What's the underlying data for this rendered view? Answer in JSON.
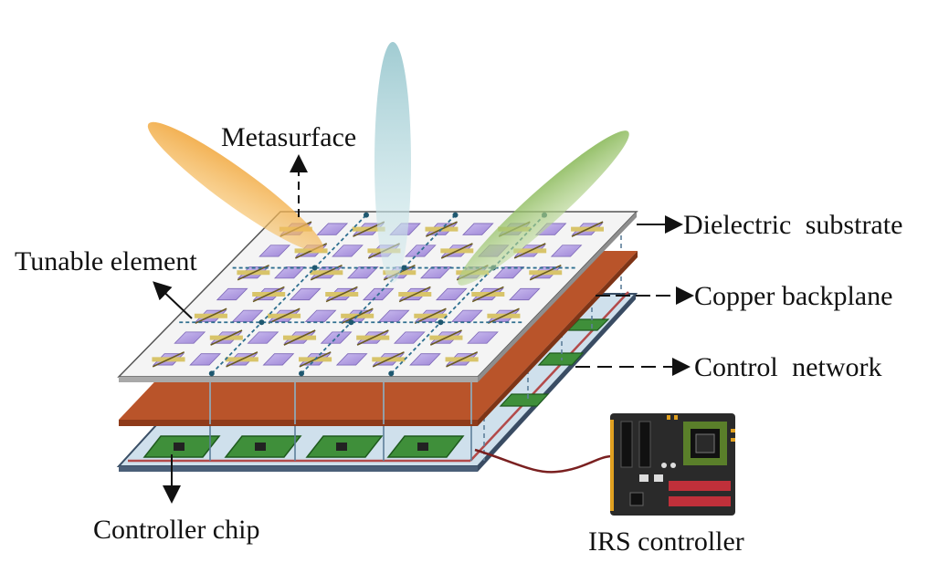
{
  "labels": {
    "metasurface": "Metasurface",
    "tunable_element": "Tunable element",
    "dielectric_substrate": "Dielectric  substrate",
    "copper_backplane": "Copper backplane",
    "control_network": "Control  network",
    "controller_chip": "Controller chip",
    "irs_controller": "IRS controller"
  },
  "colors": {
    "beam_left": "#f0a43a",
    "beam_center": "#9cc9d0",
    "beam_right": "#7fb24c",
    "dielectric_substrate": "#f4f4f4",
    "copper_backplane": "#b9542a",
    "control_layer": "#cfe0ec",
    "chip": "#3f8f3a",
    "unit_patch": "#b9a6e0",
    "tunable_element": "#d8c46a",
    "control_lines": "#2f6f8f",
    "controller_board": "#2a2a2a"
  },
  "layers": [
    "metasurface",
    "copper-backplane",
    "control-network"
  ],
  "grid": {
    "rows": 7,
    "cols": 9
  },
  "controller_chips": 4
}
